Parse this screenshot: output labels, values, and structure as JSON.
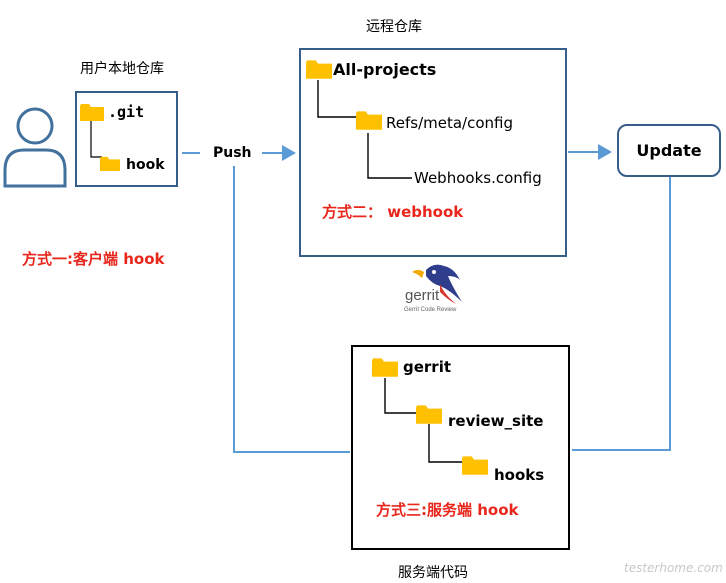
{
  "local": {
    "title": "用户本地仓库",
    "git_label": ".git",
    "hook_label": "hook",
    "method_label": "方式一:客户端 hook"
  },
  "push_label": "Push",
  "remote": {
    "title": "远程仓库",
    "root_label": "All-projects",
    "refs_label": "Refs/meta/config",
    "webhooks_label": "Webhooks.config",
    "method_label": "方式二： webhook"
  },
  "update_label": "Update",
  "gerrit_logo": {
    "wordmark": "gerrit",
    "tagline": "Gerrit Code Review"
  },
  "server": {
    "title": "服务端代码",
    "root_label": "gerrit",
    "review_site_label": "review_site",
    "hooks_label": "hooks",
    "method_label": "方式三:服务端 hook"
  },
  "watermark": "testerhome.com",
  "colors": {
    "connector": "#5b9bd5",
    "box_border": "#385d8a",
    "folder": "#ffc000",
    "accent_red": "#e8261c",
    "user_icon": "#41719c"
  }
}
